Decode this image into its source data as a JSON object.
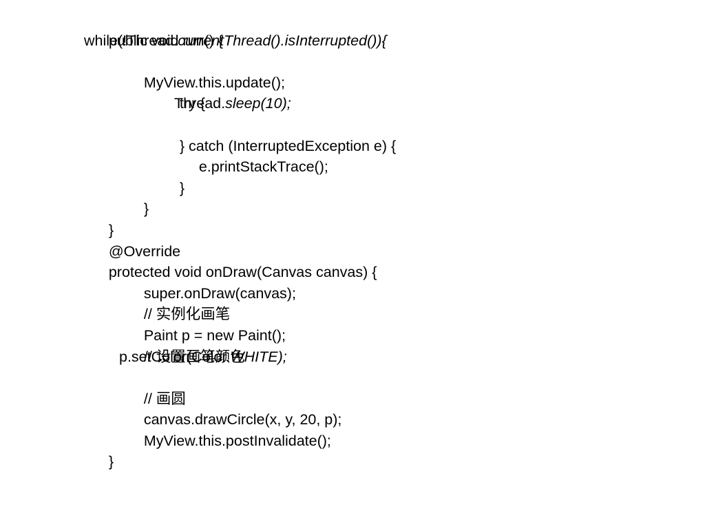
{
  "code": {
    "lines": [
      {
        "indent": 0,
        "parts": [
          {
            "text": "public void run() {",
            "italic": false
          }
        ]
      },
      {
        "indent": 0,
        "parts": [
          {
            "text": "while(!Thread.",
            "italic": false
          },
          {
            "text": "currentThread().isInterrupted()){",
            "italic": true
          }
        ]
      },
      {
        "indent": 1,
        "parts": [
          {
            "text": "MyView.this.update();",
            "italic": false
          }
        ]
      },
      {
        "indent": 2,
        "parts": [
          {
            "text": "try {",
            "italic": false
          }
        ]
      },
      {
        "indent": 3,
        "parts": [
          {
            "text": "Thread.",
            "italic": false
          },
          {
            "text": "sleep(10);",
            "italic": true
          }
        ]
      },
      {
        "indent": 2,
        "parts": [
          {
            "text": "} catch (InterruptedException e) {",
            "italic": false
          }
        ]
      },
      {
        "indent": 3,
        "parts": [
          {
            "text": "e.printStackTrace();",
            "italic": false
          }
        ]
      },
      {
        "indent": 2,
        "parts": [
          {
            "text": "}",
            "italic": false
          }
        ]
      },
      {
        "indent": 1,
        "parts": [
          {
            "text": "}",
            "italic": false
          }
        ]
      },
      {
        "indent": 0,
        "parts": [
          {
            "text": "}",
            "italic": false
          }
        ]
      },
      {
        "indent": 0,
        "parts": [
          {
            "text": "@Override",
            "italic": false
          }
        ]
      },
      {
        "indent": 0,
        "parts": [
          {
            "text": "protected void onDraw(Canvas canvas) {",
            "italic": false
          }
        ]
      },
      {
        "indent": 1,
        "parts": [
          {
            "text": "super.onDraw(canvas);",
            "italic": false
          }
        ]
      },
      {
        "indent": 1,
        "parts": [
          {
            "text": "// 实例化画笔",
            "italic": false
          }
        ]
      },
      {
        "indent": 1,
        "parts": [
          {
            "text": "Paint p = new Paint();",
            "italic": false
          }
        ]
      },
      {
        "indent": 1,
        "parts": [
          {
            "text": "// 设置画笔颜色",
            "italic": false
          }
        ]
      },
      {
        "indent": 1,
        "parts": [
          {
            "text": "p.setColor(Color.",
            "italic": false
          },
          {
            "text": "WHITE);",
            "italic": true
          }
        ]
      },
      {
        "indent": 1,
        "parts": [
          {
            "text": "// 画圆",
            "italic": false
          }
        ]
      },
      {
        "indent": 1,
        "parts": [
          {
            "text": "canvas.drawCircle(x, y, 20, p);",
            "italic": false
          }
        ]
      },
      {
        "indent": 1,
        "parts": [
          {
            "text": "MyView.this.postInvalidate();",
            "italic": false
          }
        ]
      },
      {
        "indent": 0,
        "parts": [
          {
            "text": "}",
            "italic": false
          }
        ]
      }
    ]
  },
  "colors": {
    "background": "#ffffff",
    "text": "#000000"
  }
}
